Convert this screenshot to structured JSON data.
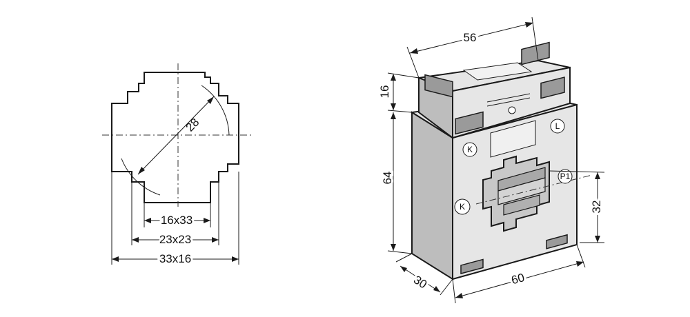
{
  "front_view": {
    "dimensions": {
      "diagonal": "28",
      "inner_window": "16x33",
      "middle_window": "23x23",
      "outer_window": "33x16"
    }
  },
  "iso_view": {
    "dimensions": {
      "top_width": "56",
      "top_height": "16",
      "body_height": "64",
      "window_height": "32",
      "depth": "30",
      "front_width": "60"
    },
    "terminals": {
      "k_top": "K",
      "l_top": "L",
      "p1": "P1",
      "k_side": "K"
    }
  }
}
